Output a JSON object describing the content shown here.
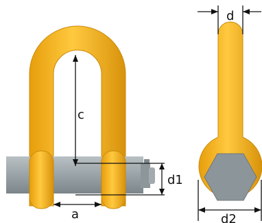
{
  "colors": {
    "shackle_body": "#f6b21c",
    "shackle_dark": "#c98a09",
    "shackle_highlight": "#ffd766",
    "pin": "#9aa3a7",
    "pin_dark": "#6f777b",
    "pin_light": "#c3c9cc",
    "hex_nut": "#8c959a",
    "dimension_line": "#111111"
  },
  "labels": {
    "a": "a",
    "c": "c",
    "d1": "d1",
    "d": "d",
    "d2": "d2"
  },
  "icons": {
    "front_view": "d-shackle-front-view",
    "side_view": "d-shackle-side-view"
  }
}
